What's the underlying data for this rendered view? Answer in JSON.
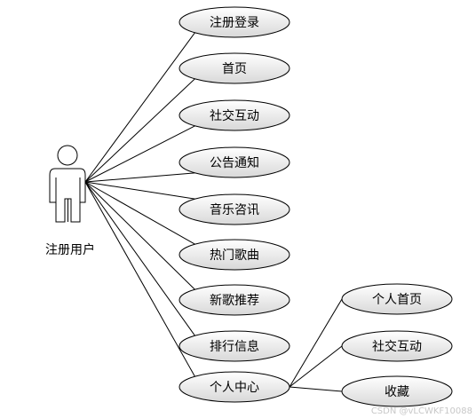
{
  "actor": {
    "name": "注册用户"
  },
  "use_cases": [
    {
      "label": "注册登录"
    },
    {
      "label": "首页"
    },
    {
      "label": "社交互动"
    },
    {
      "label": "公告通知"
    },
    {
      "label": "音乐咨讯"
    },
    {
      "label": "热门歌曲"
    },
    {
      "label": "新歌推荐"
    },
    {
      "label": "排行信息"
    },
    {
      "label": "个人中心"
    }
  ],
  "sub_use_cases": [
    {
      "label": "个人首页"
    },
    {
      "label": "社交互动"
    },
    {
      "label": "收藏"
    }
  ],
  "watermark": "CSDN @vLCWKF10088",
  "colors": {
    "ellipse_fill_top": "#ffffff",
    "ellipse_fill_bottom": "#d8d8d8",
    "stroke": "#000000"
  }
}
